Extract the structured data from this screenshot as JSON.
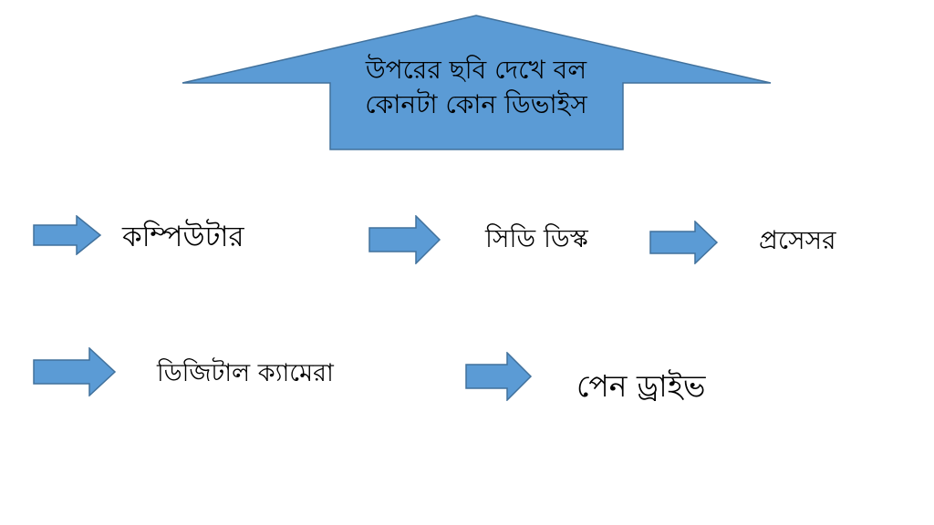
{
  "banner": {
    "line1": "উপরের ছবি দেখে বল",
    "line2": "কোনটা কোন ডিভাইস",
    "fill_color": "#5B9BD5",
    "stroke_color": "#41719C"
  },
  "arrow_icon": "right-arrow-icon",
  "items": [
    {
      "label": "কম্পিউটার"
    },
    {
      "label": "সিডি ডিস্ক"
    },
    {
      "label": "প্রসেসর"
    },
    {
      "label": "ডিজিটাল ক্যামেরা"
    },
    {
      "label": "পেন ড্রাইভ"
    }
  ]
}
